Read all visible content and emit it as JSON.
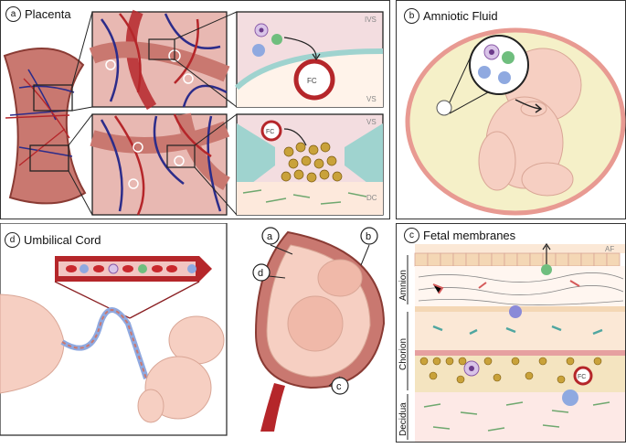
{
  "panels": {
    "placenta": {
      "letter": "a",
      "title": "Placenta"
    },
    "amniotic": {
      "letter": "b",
      "title": "Amniotic Fluid"
    },
    "membranes": {
      "letter": "c",
      "title": "Fetal membranes"
    },
    "cord": {
      "letter": "d",
      "title": "Umbilical Cord"
    }
  },
  "placenta_labels": {
    "ivs": "IVS",
    "vs_top": "VS",
    "fc_top": "FC",
    "vs_bottom": "VS",
    "fc_bottom": "FC",
    "dc": "DC"
  },
  "uterus_callouts": {
    "a": "a",
    "b": "b",
    "c": "c",
    "d": "d"
  },
  "membrane_labels": {
    "af": "AF",
    "fc": "FC",
    "amnion": "Amnion",
    "chorion": "Chorion",
    "decidua": "Decidua"
  },
  "colors": {
    "tissue": "#c97870",
    "vessel_red": "#b5262a",
    "vessel_blue": "#2c2c8a",
    "fluid": "#f5f0c8",
    "membrane_band": "#f4d7b5"
  }
}
